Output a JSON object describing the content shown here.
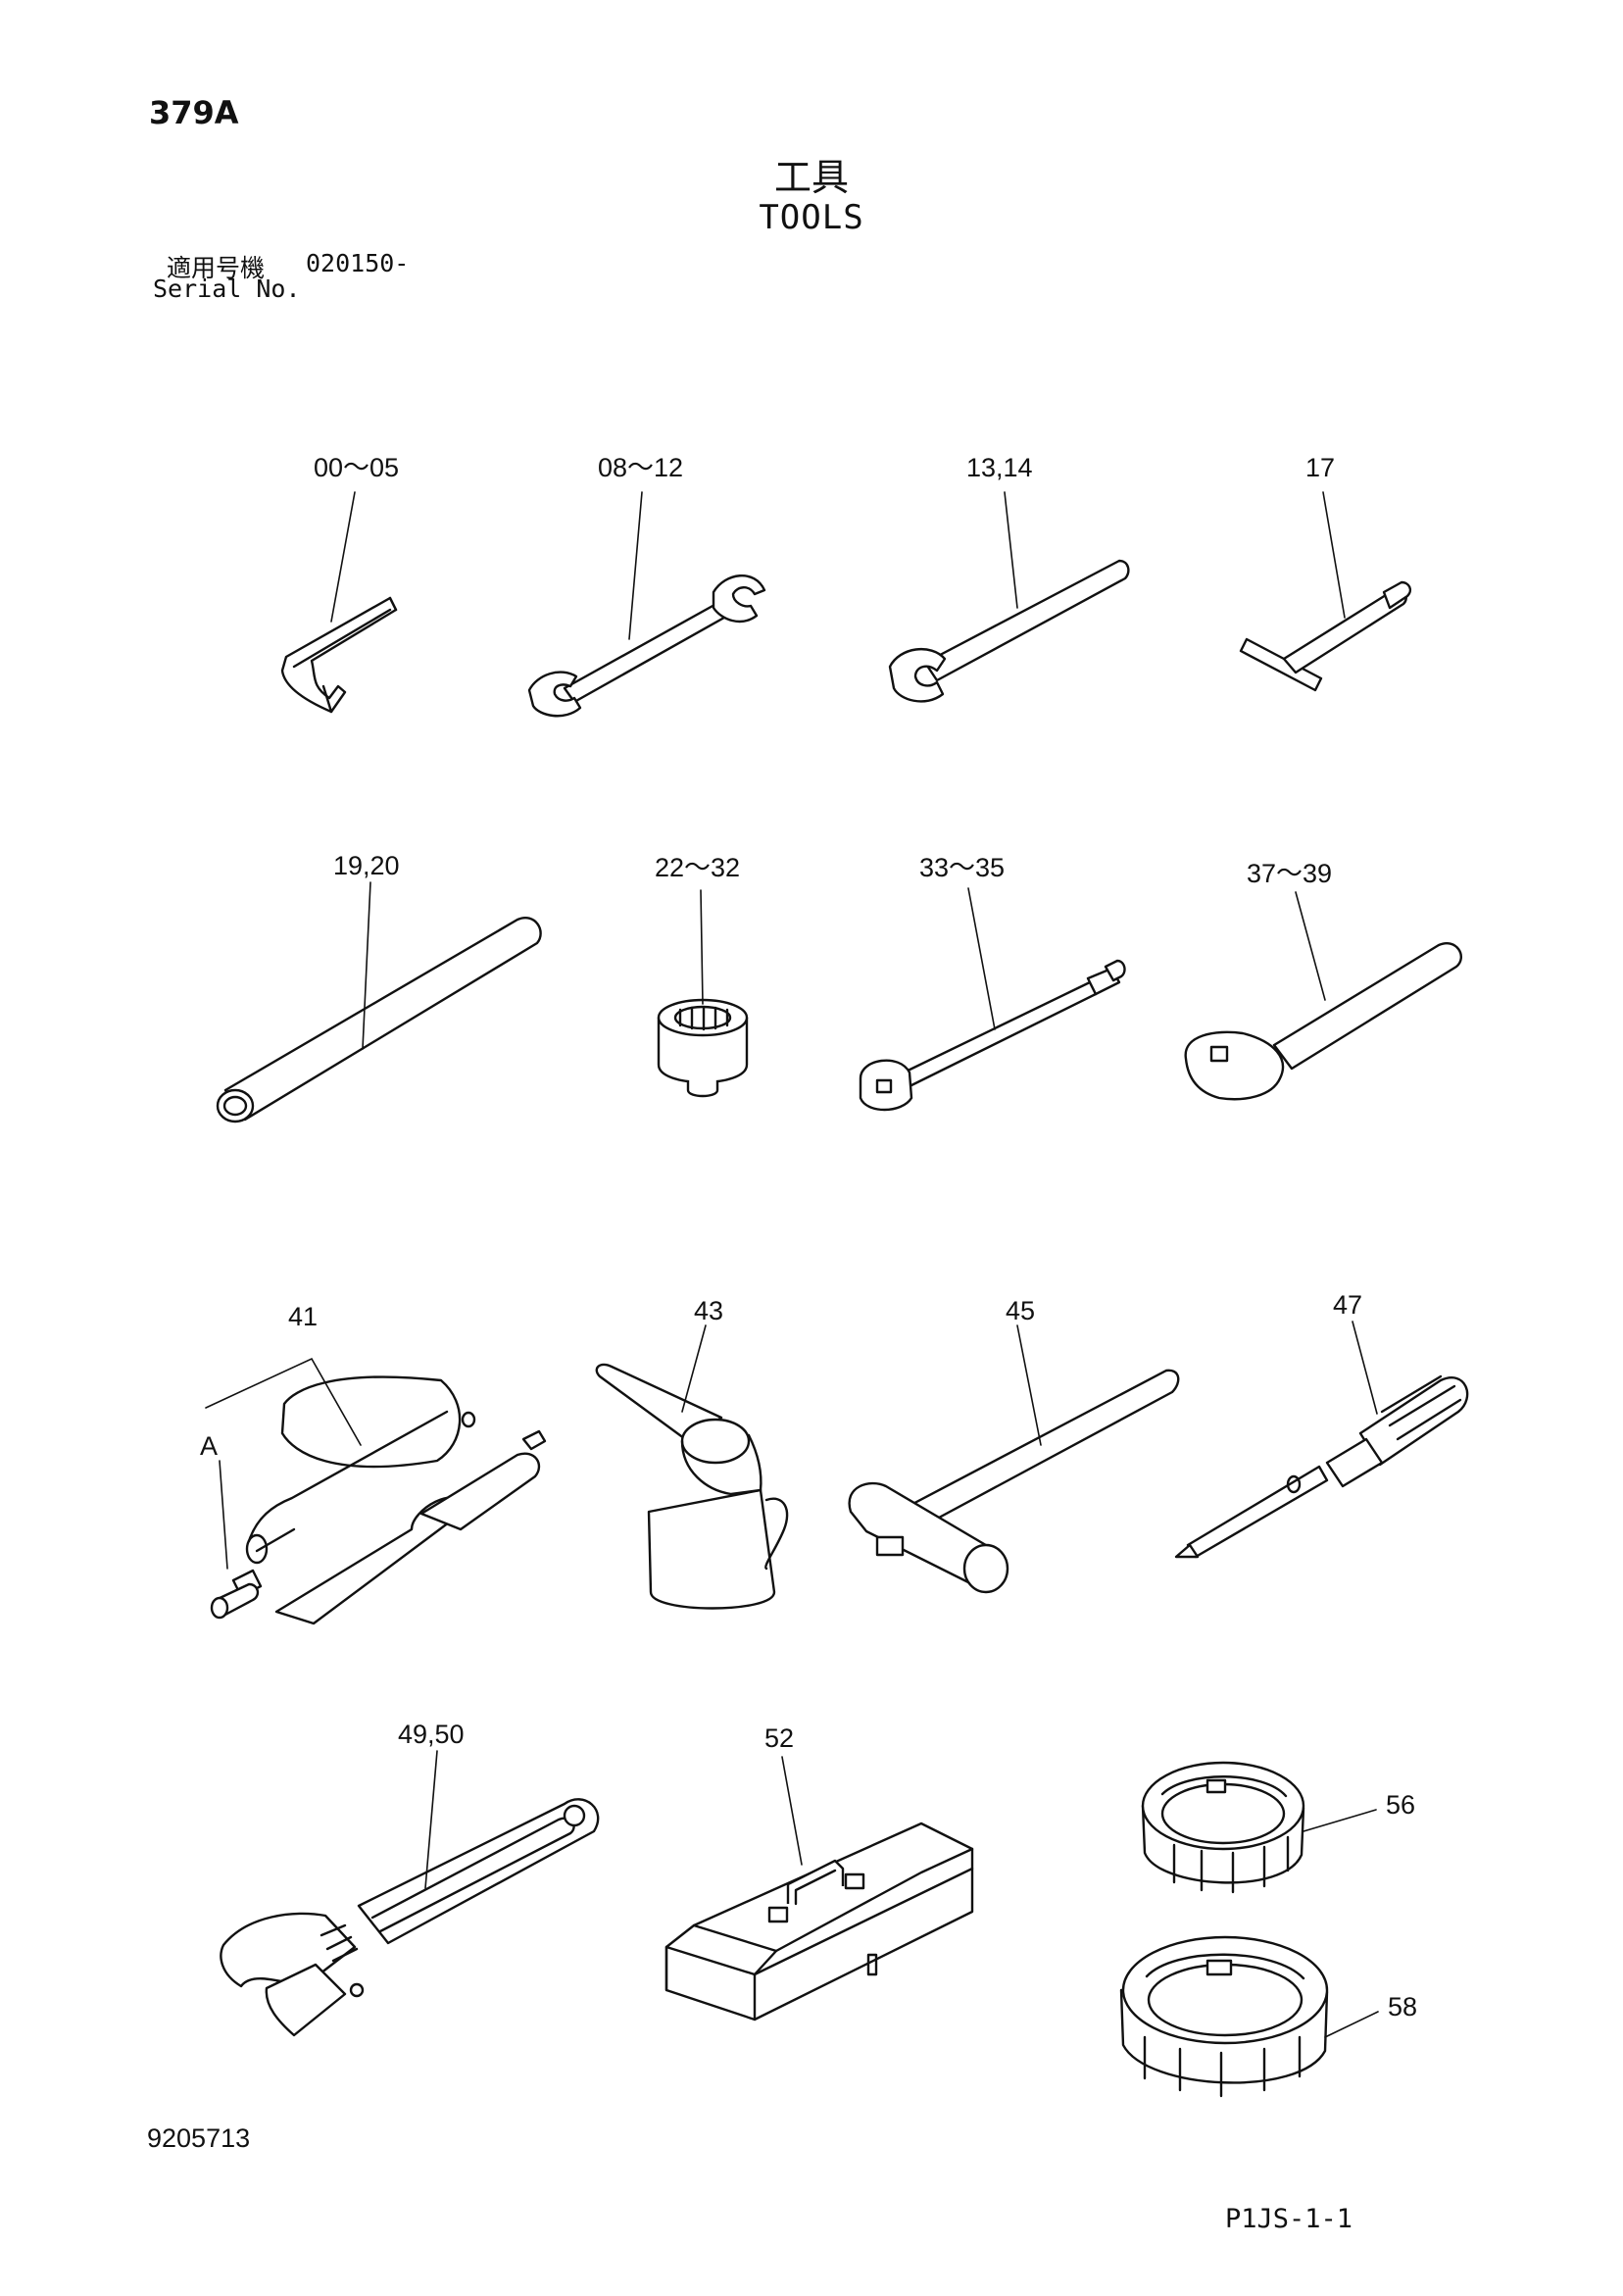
{
  "header": {
    "page_id": "379A",
    "title_jp": "工具",
    "title_en": "TOOLS",
    "serial_label_jp": "適用号機",
    "serial_range": "020150-",
    "serial_label_en": "Serial No."
  },
  "callouts": {
    "c1": "00～05",
    "c2": "08～12",
    "c3": "13,14",
    "c4": "17",
    "c5": "19,20",
    "c6": "22～32",
    "c7": "33～35",
    "c8": "37～39",
    "c9": "41",
    "c9_detail": "A",
    "c10": "43",
    "c11": "45",
    "c12": "47",
    "c13": "49,50",
    "c14": "52",
    "c15": "56",
    "c16": "58"
  },
  "footer": {
    "doc_number": "9205713",
    "page_code": "P1JS-1-1"
  }
}
